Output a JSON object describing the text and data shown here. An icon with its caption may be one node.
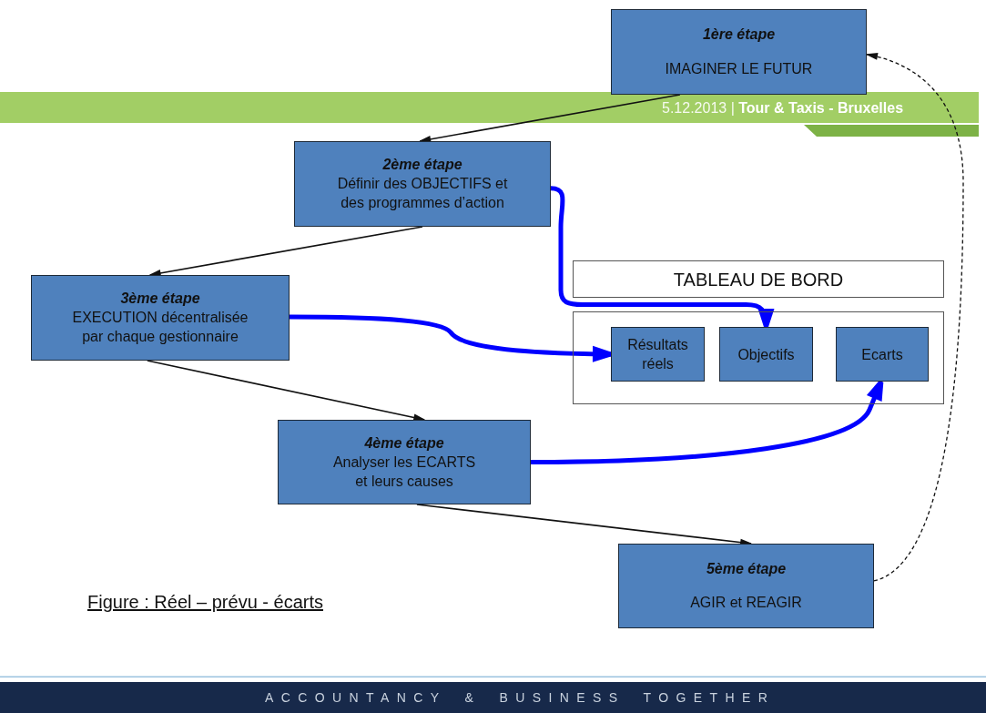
{
  "diagram": {
    "caption": "Figure : Réel – prévu - écarts",
    "nodes": [
      {
        "text": [
          "1ère étape",
          "IMAGINER LE FUTUR"
        ]
      },
      {
        "text": [
          "2ème étape",
          "Définir des OBJECTIFS et des programmes d’action"
        ]
      },
      {
        "text": [
          "3ème étape",
          "EXECUTION décentralisée par chaque gestionnaire"
        ]
      },
      {
        "text": [
          "TABLEAU DE BORD"
        ]
      },
      {
        "text": [],
        "shape": "box"
      },
      {
        "text": [
          "Résultats réels"
        ],
        "in": 4
      },
      {
        "text": [
          "Objectifs"
        ],
        "in": 4
      },
      {
        "text": [
          "Ecarts"
        ],
        "in": 4
      },
      {
        "text": [
          "4ème étape",
          "Analyser les ECARTS et leurs causes"
        ]
      },
      {
        "text": [
          "5ème étape",
          "AGIR et REAGIR"
        ]
      }
    ],
    "edges": [
      {
        "from": 0,
        "to": 1,
        "arrow": "to"
      },
      {
        "from": 1,
        "to": 2,
        "arrow": "to"
      },
      {
        "from": 2,
        "to": 8,
        "arrow": "to"
      },
      {
        "from": 8,
        "to": 9,
        "arrow": "to"
      },
      {
        "from": 9,
        "to": 0,
        "arrow": "to",
        "style": "dashed"
      },
      {
        "from": 1,
        "to": 6,
        "arrow": "to",
        "style": "thick",
        "color": "#0000ff"
      },
      {
        "from": 2,
        "to": 5,
        "arrow": "to",
        "style": "thick",
        "color": "#0000ff"
      },
      {
        "from": 8,
        "to": 7,
        "arrow": "to",
        "style": "thick",
        "color": "#0000ff"
      }
    ],
    "labels": [
      "5.12.2013 | **Tour & Taxis - Bruxelles**",
      "ACCOUNTANCY & BUSINESS TOGETHER"
    ]
  }
}
